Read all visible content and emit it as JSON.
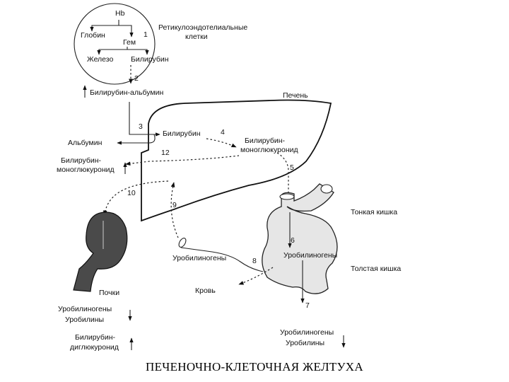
{
  "labels": {
    "hb": "Hb",
    "reticulo_line1": "Ретикулоэндотелиальные",
    "reticulo_line2": "клетки",
    "globin": "Глобин",
    "gem": "Гем",
    "iron": "Железо",
    "bilirubin_top": "Билирубин",
    "bilirubin_albumin": "Билирубин-альбумин",
    "liver": "Печень",
    "bilirubin_liver": "Билирубин",
    "albumin": "Альбумин",
    "bmg_liver_line1": "Билирубин-",
    "bmg_liver_line2": "моноглюкуронид",
    "bmg_left_line1": "Билирубин-",
    "bmg_left_line2": "моноглюкуронид",
    "small_intestine": "Тонкая кишка",
    "large_intestine": "Толстая кишка",
    "urobilinogens_gut": "Уробилиногены",
    "urobilinogens_blood": "Уробилиногены",
    "blood": "Кровь",
    "kidneys": "Почки",
    "urine_urobilinogens": "Уробилиногены",
    "urine_urobilins": "Уробилины",
    "urine_bdg_line1": "Билирубин-",
    "urine_bdg_line2": "диглюкуронид",
    "feces_urobilinogens": "Уробилиногены",
    "feces_urobilins": "Уробилины"
  },
  "step_numbers": {
    "n1": "1",
    "n2": "2",
    "n3": "3",
    "n4": "4",
    "n5": "5",
    "n6": "6",
    "n7": "7",
    "n8": "8",
    "n9": "9",
    "n10": "10",
    "n12": "12"
  },
  "caption": "ПЕЧЕНОЧНО-КЛЕТОЧНАЯ ЖЕЛТУХА",
  "colors": {
    "ink": "#111111",
    "kidney_fill": "#4a4a4a",
    "gut_fill": "#e6e6e6",
    "background": "#ffffff"
  }
}
